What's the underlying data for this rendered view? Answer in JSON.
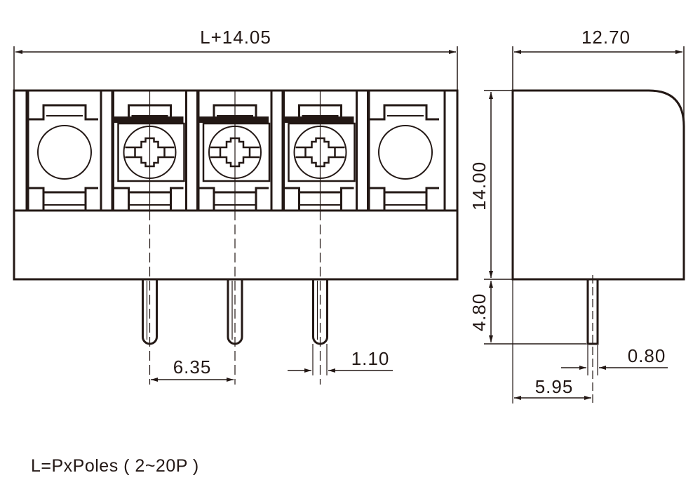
{
  "drawing": {
    "title_dimension": "L+14.05",
    "pitch": "6.35",
    "pin_width_front": "1.10",
    "depth": "12.70",
    "height": "14.00",
    "pin_length": "4.80",
    "pin_width_side": "0.80",
    "pin_offset": "5.95",
    "note": "L=PxPoles ( 2~20P )",
    "cells": [
      "plain",
      "screw",
      "screw",
      "screw",
      "plain"
    ],
    "line_color": "#231815"
  }
}
